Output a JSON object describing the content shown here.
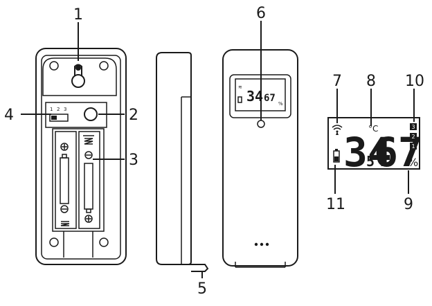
{
  "callouts": {
    "c1": "1",
    "c2": "2",
    "c3": "3",
    "c4": "4",
    "c5": "5",
    "c6": "6",
    "c7": "7",
    "c8": "8",
    "c9": "9",
    "c10": "10",
    "c11": "11"
  },
  "switch": {
    "pos1": "1",
    "pos2": "2",
    "pos3": "3"
  },
  "lcd": {
    "temperature_main": "34",
    "temperature_decimal": "5",
    "humidity": "67",
    "temp_unit": "°C",
    "humidity_unit": "%",
    "channels": [
      "3",
      "2",
      "1"
    ]
  },
  "mini_lcd": {
    "temperature": "34",
    "humidity": "67",
    "unit": "%"
  }
}
